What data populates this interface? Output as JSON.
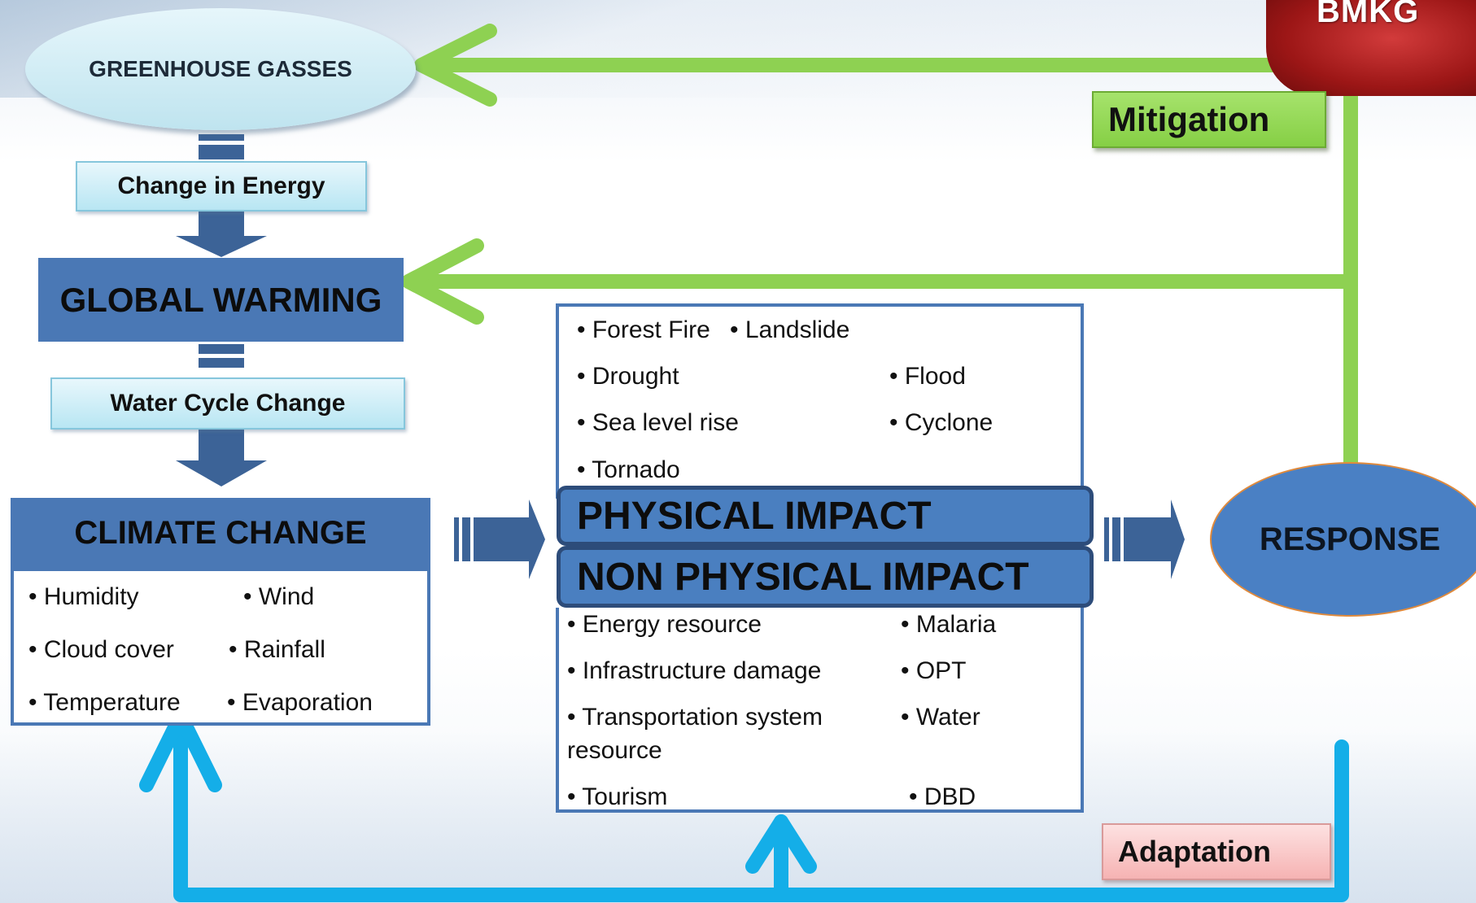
{
  "logo": {
    "text": "BMKG"
  },
  "nodes": {
    "greenhouse": "GREENHOUSE GASSES",
    "change_energy": "Change in Energy",
    "global_warming": "GLOBAL WARMING",
    "water_cycle": "Water Cycle Change",
    "climate_change": "CLIMATE CHANGE",
    "physical_impact": "PHYSICAL IMPACT",
    "non_physical_impact": "NON PHYSICAL IMPACT",
    "response": "RESPONSE",
    "mitigation": "Mitigation",
    "adaptation": "Adaptation"
  },
  "climate_items": [
    "•  Humidity",
    "• Wind",
    "•  Cloud cover",
    "• Rainfall",
    "•  Temperature",
    "• Evaporation"
  ],
  "physical_items": [
    "• Forest Fire",
    "• Landslide",
    "• Drought",
    "• Flood",
    "• Sea level rise",
    "• Cyclone",
    "• Tornado"
  ],
  "non_physical_items": [
    "• Energy resource",
    "• Malaria",
    "• Infrastructure damage",
    "• OPT",
    "•  Transportation system",
    "• Water",
    "resource",
    "•  Tourism",
    "• DBD"
  ],
  "colors": {
    "green_arrow": "#8ed152",
    "blue_arrow": "#14aee8",
    "box_blue": "#4a78b5",
    "dark_arrow": "#3c6397"
  }
}
